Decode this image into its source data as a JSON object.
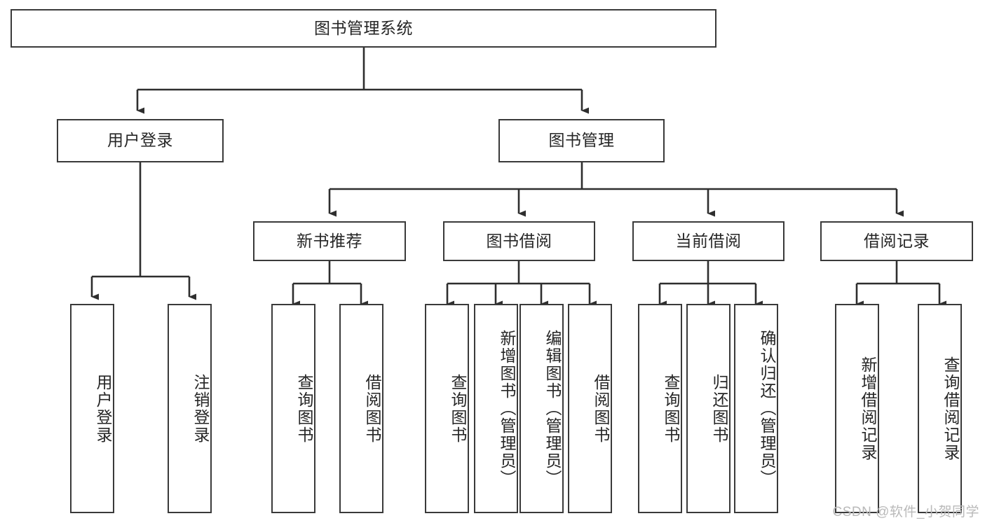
{
  "diagram": {
    "title": "图书管理系统",
    "type": "hierarchy-tree",
    "root": {
      "label": "图书管理系统"
    },
    "level2": [
      {
        "label": "用户登录"
      },
      {
        "label": "图书管理"
      }
    ],
    "level3": [
      {
        "label": "新书推荐"
      },
      {
        "label": "图书借阅"
      },
      {
        "label": "当前借阅"
      },
      {
        "label": "借阅记录"
      }
    ],
    "leaves": {
      "user_login": [
        {
          "label": "用户登录"
        },
        {
          "label": "注销登录"
        }
      ],
      "new_book_recommend": [
        {
          "label": "查询图书"
        },
        {
          "label": "借阅图书"
        }
      ],
      "book_borrow": [
        {
          "label": "查询图书"
        },
        {
          "label": "新增图书（管理员）"
        },
        {
          "label": "编辑图书（管理员）"
        },
        {
          "label": "借阅图书"
        }
      ],
      "current_borrow": [
        {
          "label": "查询图书"
        },
        {
          "label": "归还图书"
        },
        {
          "label": "确认归还（管理员）"
        }
      ],
      "borrow_records": [
        {
          "label": "新增借阅记录"
        },
        {
          "label": "查询借阅记录"
        }
      ]
    },
    "watermark": "CSDN @软件_小贺同学",
    "colors": {
      "border": "#3a3a3a",
      "text": "#262626",
      "background": "#ffffff",
      "watermark": "#b9b9b9"
    }
  }
}
